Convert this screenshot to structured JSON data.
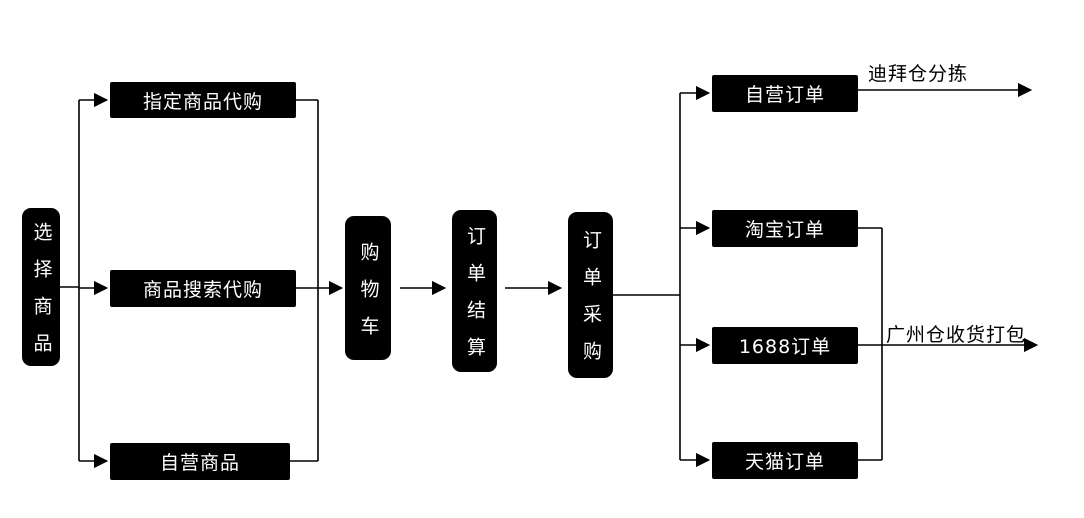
{
  "diagram": {
    "background": "#ffffff",
    "node_bg_color": "#000000",
    "node_text_color": "#ffffff",
    "line_color": "#000000",
    "nodes": {
      "select_product": {
        "label": "选择商品",
        "orientation": "vertical"
      },
      "designated_purchase": {
        "label": "指定商品代购",
        "orientation": "horizontal"
      },
      "search_purchase": {
        "label": "商品搜索代购",
        "orientation": "horizontal"
      },
      "self_operated_product": {
        "label": "自营商品",
        "orientation": "horizontal"
      },
      "cart": {
        "label": "购物车",
        "orientation": "vertical"
      },
      "order_settlement": {
        "label": "订单结算",
        "orientation": "vertical"
      },
      "order_procurement": {
        "label": "订单采购",
        "orientation": "vertical"
      },
      "self_operated_order": {
        "label": "自营订单",
        "orientation": "horizontal"
      },
      "taobao_order": {
        "label": "淘宝订单",
        "orientation": "horizontal"
      },
      "order_1688": {
        "label": "1688订单",
        "orientation": "horizontal"
      },
      "tmall_order": {
        "label": "天猫订单",
        "orientation": "horizontal"
      }
    },
    "annotations": {
      "dubai_sorting": {
        "label": "迪拜仓分拣"
      },
      "guangzhou_packing": {
        "label": "广州仓收货打包"
      }
    },
    "edges": [
      {
        "from": "select_product",
        "to": "designated_purchase"
      },
      {
        "from": "select_product",
        "to": "search_purchase"
      },
      {
        "from": "select_product",
        "to": "self_operated_product"
      },
      {
        "from": "designated_purchase",
        "to": "cart"
      },
      {
        "from": "search_purchase",
        "to": "cart"
      },
      {
        "from": "self_operated_product",
        "to": "cart"
      },
      {
        "from": "cart",
        "to": "order_settlement"
      },
      {
        "from": "order_settlement",
        "to": "order_procurement"
      },
      {
        "from": "order_procurement",
        "to": "self_operated_order"
      },
      {
        "from": "order_procurement",
        "to": "taobao_order"
      },
      {
        "from": "order_procurement",
        "to": "order_1688"
      },
      {
        "from": "order_procurement",
        "to": "tmall_order"
      },
      {
        "from": "self_operated_order",
        "to": "dubai_sorting"
      },
      {
        "from": "taobao_order",
        "to": "guangzhou_packing"
      },
      {
        "from": "order_1688",
        "to": "guangzhou_packing"
      },
      {
        "from": "tmall_order",
        "to": "guangzhou_packing"
      }
    ]
  }
}
